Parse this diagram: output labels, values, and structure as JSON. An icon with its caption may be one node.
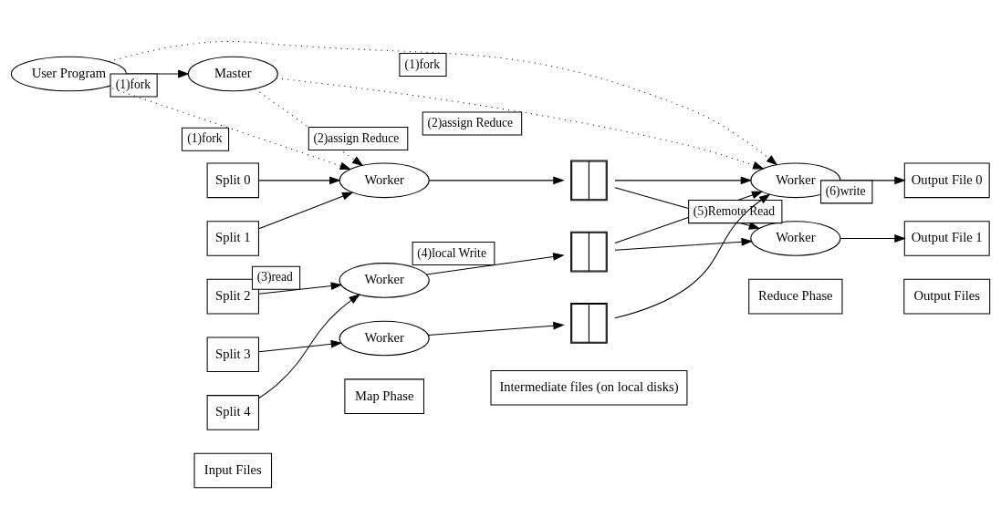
{
  "diagram": {
    "nodes": [
      {
        "text": [
          "User Program"
        ]
      },
      {
        "text": [
          "Master"
        ]
      },
      {
        "text": [
          "Split 0"
        ]
      },
      {
        "text": [
          "Split 1"
        ]
      },
      {
        "text": [
          "Split 2"
        ]
      },
      {
        "text": [
          "Split 3"
        ]
      },
      {
        "text": [
          "Split 4"
        ]
      },
      {
        "text": [
          "Worker"
        ]
      },
      {
        "text": [
          "Worker"
        ]
      },
      {
        "text": [
          "Worker"
        ]
      },
      {
        "text": [],
        "shape": "box"
      },
      {
        "text": [],
        "shape": "box"
      },
      {
        "text": [],
        "shape": "box"
      },
      {
        "text": [
          "Worker"
        ]
      },
      {
        "text": [
          "Worker"
        ]
      },
      {
        "text": [
          "Output File 0"
        ]
      },
      {
        "text": [
          "Output File 1"
        ]
      },
      {
        "text": [
          "Input Files"
        ]
      },
      {
        "text": [
          "Map Phase"
        ]
      },
      {
        "text": [
          "Intermediate files (on local disks)"
        ]
      },
      {
        "text": [
          "Reduce Phase"
        ]
      },
      {
        "text": [
          "Output Files"
        ]
      }
    ],
    "edges": [
      {
        "from": 0,
        "to": 1,
        "arrow": "to",
        "label": "(1)fork"
      },
      {
        "from": 0,
        "to": 7,
        "arrow": "to",
        "label": "(1)fork",
        "style": "dashed"
      },
      {
        "from": 0,
        "to": 13,
        "arrow": "to",
        "label": "(1)fork",
        "style": "dashed"
      },
      {
        "from": 1,
        "to": 7,
        "arrow": "to",
        "label": "(2)assign Reduce",
        "style": "dashed"
      },
      {
        "from": 1,
        "to": 13,
        "arrow": "to",
        "label": "(2)assign Reduce",
        "style": "dashed"
      },
      {
        "from": 2,
        "to": 7,
        "arrow": "to"
      },
      {
        "from": 3,
        "to": 7,
        "arrow": "to"
      },
      {
        "from": 4,
        "to": 8,
        "arrow": "to",
        "label": "(3)read"
      },
      {
        "from": 5,
        "to": 9,
        "arrow": "to"
      },
      {
        "from": 6,
        "to": 8,
        "arrow": "to"
      },
      {
        "from": 7,
        "to": 10,
        "arrow": "to"
      },
      {
        "from": 8,
        "to": 11,
        "arrow": "to",
        "label": "(4)local Write"
      },
      {
        "from": 9,
        "to": 12,
        "arrow": "to"
      },
      {
        "from": 10,
        "to": 13,
        "arrow": "to"
      },
      {
        "from": 10,
        "to": 14,
        "arrow": "to"
      },
      {
        "from": 11,
        "to": 13,
        "arrow": "to",
        "label": "(5)Remote Read"
      },
      {
        "from": 11,
        "to": 14,
        "arrow": "to"
      },
      {
        "from": 12,
        "to": 13,
        "arrow": "to"
      },
      {
        "from": 13,
        "to": 15,
        "arrow": "to",
        "label": "(6)write"
      },
      {
        "from": 14,
        "to": 16,
        "arrow": "to"
      }
    ]
  }
}
